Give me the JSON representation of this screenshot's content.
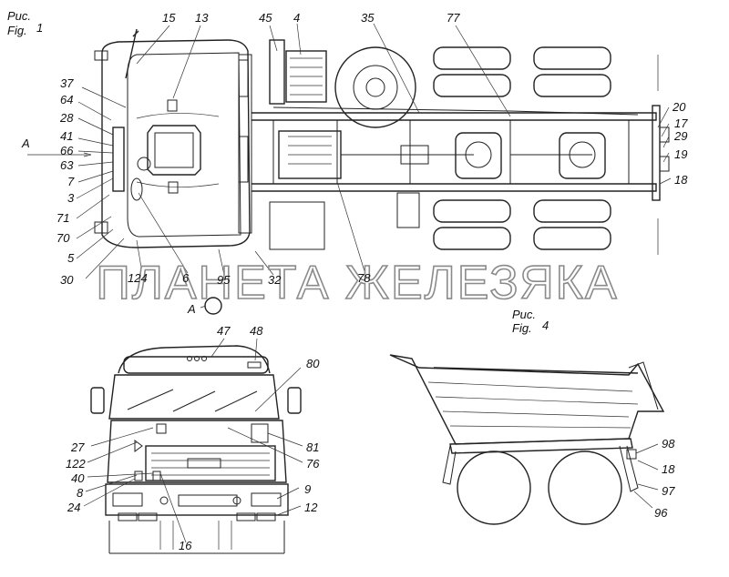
{
  "figures": {
    "fig1": {
      "ru": "Рис.",
      "en": "Fig.",
      "num": "1"
    },
    "fig4": {
      "ru": "Рис.",
      "en": "Fig.",
      "num": "4"
    }
  },
  "view_marker": {
    "arrow": "A",
    "circle": "A"
  },
  "watermark": "ПЛАНЕТА ЖЕЛЕЗЯКА",
  "callouts": {
    "c15": "15",
    "c13": "13",
    "c45": "45",
    "c4": "4",
    "c35": "35",
    "c77": "77",
    "c20": "20",
    "c17": "17",
    "c29": "29",
    "c19": "19",
    "c18a": "18",
    "c37": "37",
    "c64": "64",
    "c28": "28",
    "c41": "41",
    "c66": "66",
    "c63": "63",
    "c7": "7",
    "c3": "3",
    "c71": "71",
    "c70": "70",
    "c5": "5",
    "c30": "30",
    "c124": "124",
    "c6": "6",
    "c95": "95",
    "c32": "32",
    "c78": "78",
    "c47": "47",
    "c48": "48",
    "c80": "80",
    "c27": "27",
    "c122": "122",
    "c40": "40",
    "c8": "8",
    "c24": "24",
    "c81": "81",
    "c76": "76",
    "c9": "9",
    "c12": "12",
    "c16": "16",
    "c98": "98",
    "c18b": "18",
    "c97": "97",
    "c96": "96"
  }
}
